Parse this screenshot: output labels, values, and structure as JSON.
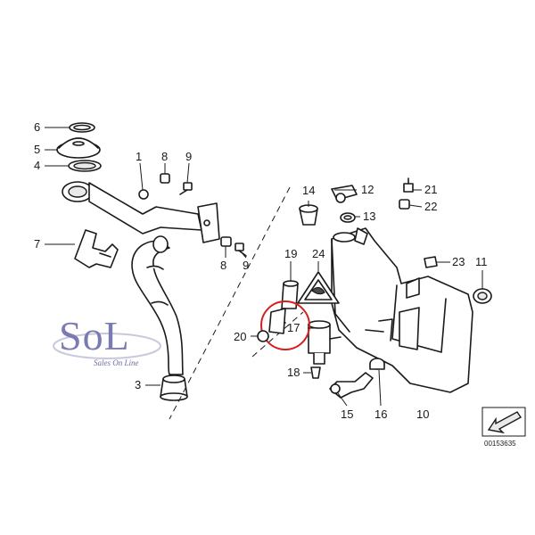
{
  "callouts": {
    "c1": "1",
    "c3": "3",
    "c4": "4",
    "c5": "5",
    "c6": "6",
    "c7": "7",
    "c8a": "8",
    "c8b": "8",
    "c9a": "9",
    "c9b": "9",
    "c10": "10",
    "c11": "11",
    "c12": "12",
    "c13": "13",
    "c14": "14",
    "c15": "15",
    "c16": "16",
    "c17": "17",
    "c18": "18",
    "c19": "19",
    "c20": "20",
    "c21": "21",
    "c22": "22",
    "c23": "23",
    "c24": "24"
  },
  "watermark": {
    "name": "SoL",
    "tagline": "Sales On Line"
  },
  "document_number": "00153635",
  "highlight": {
    "part": "17",
    "color": "#d42020"
  }
}
